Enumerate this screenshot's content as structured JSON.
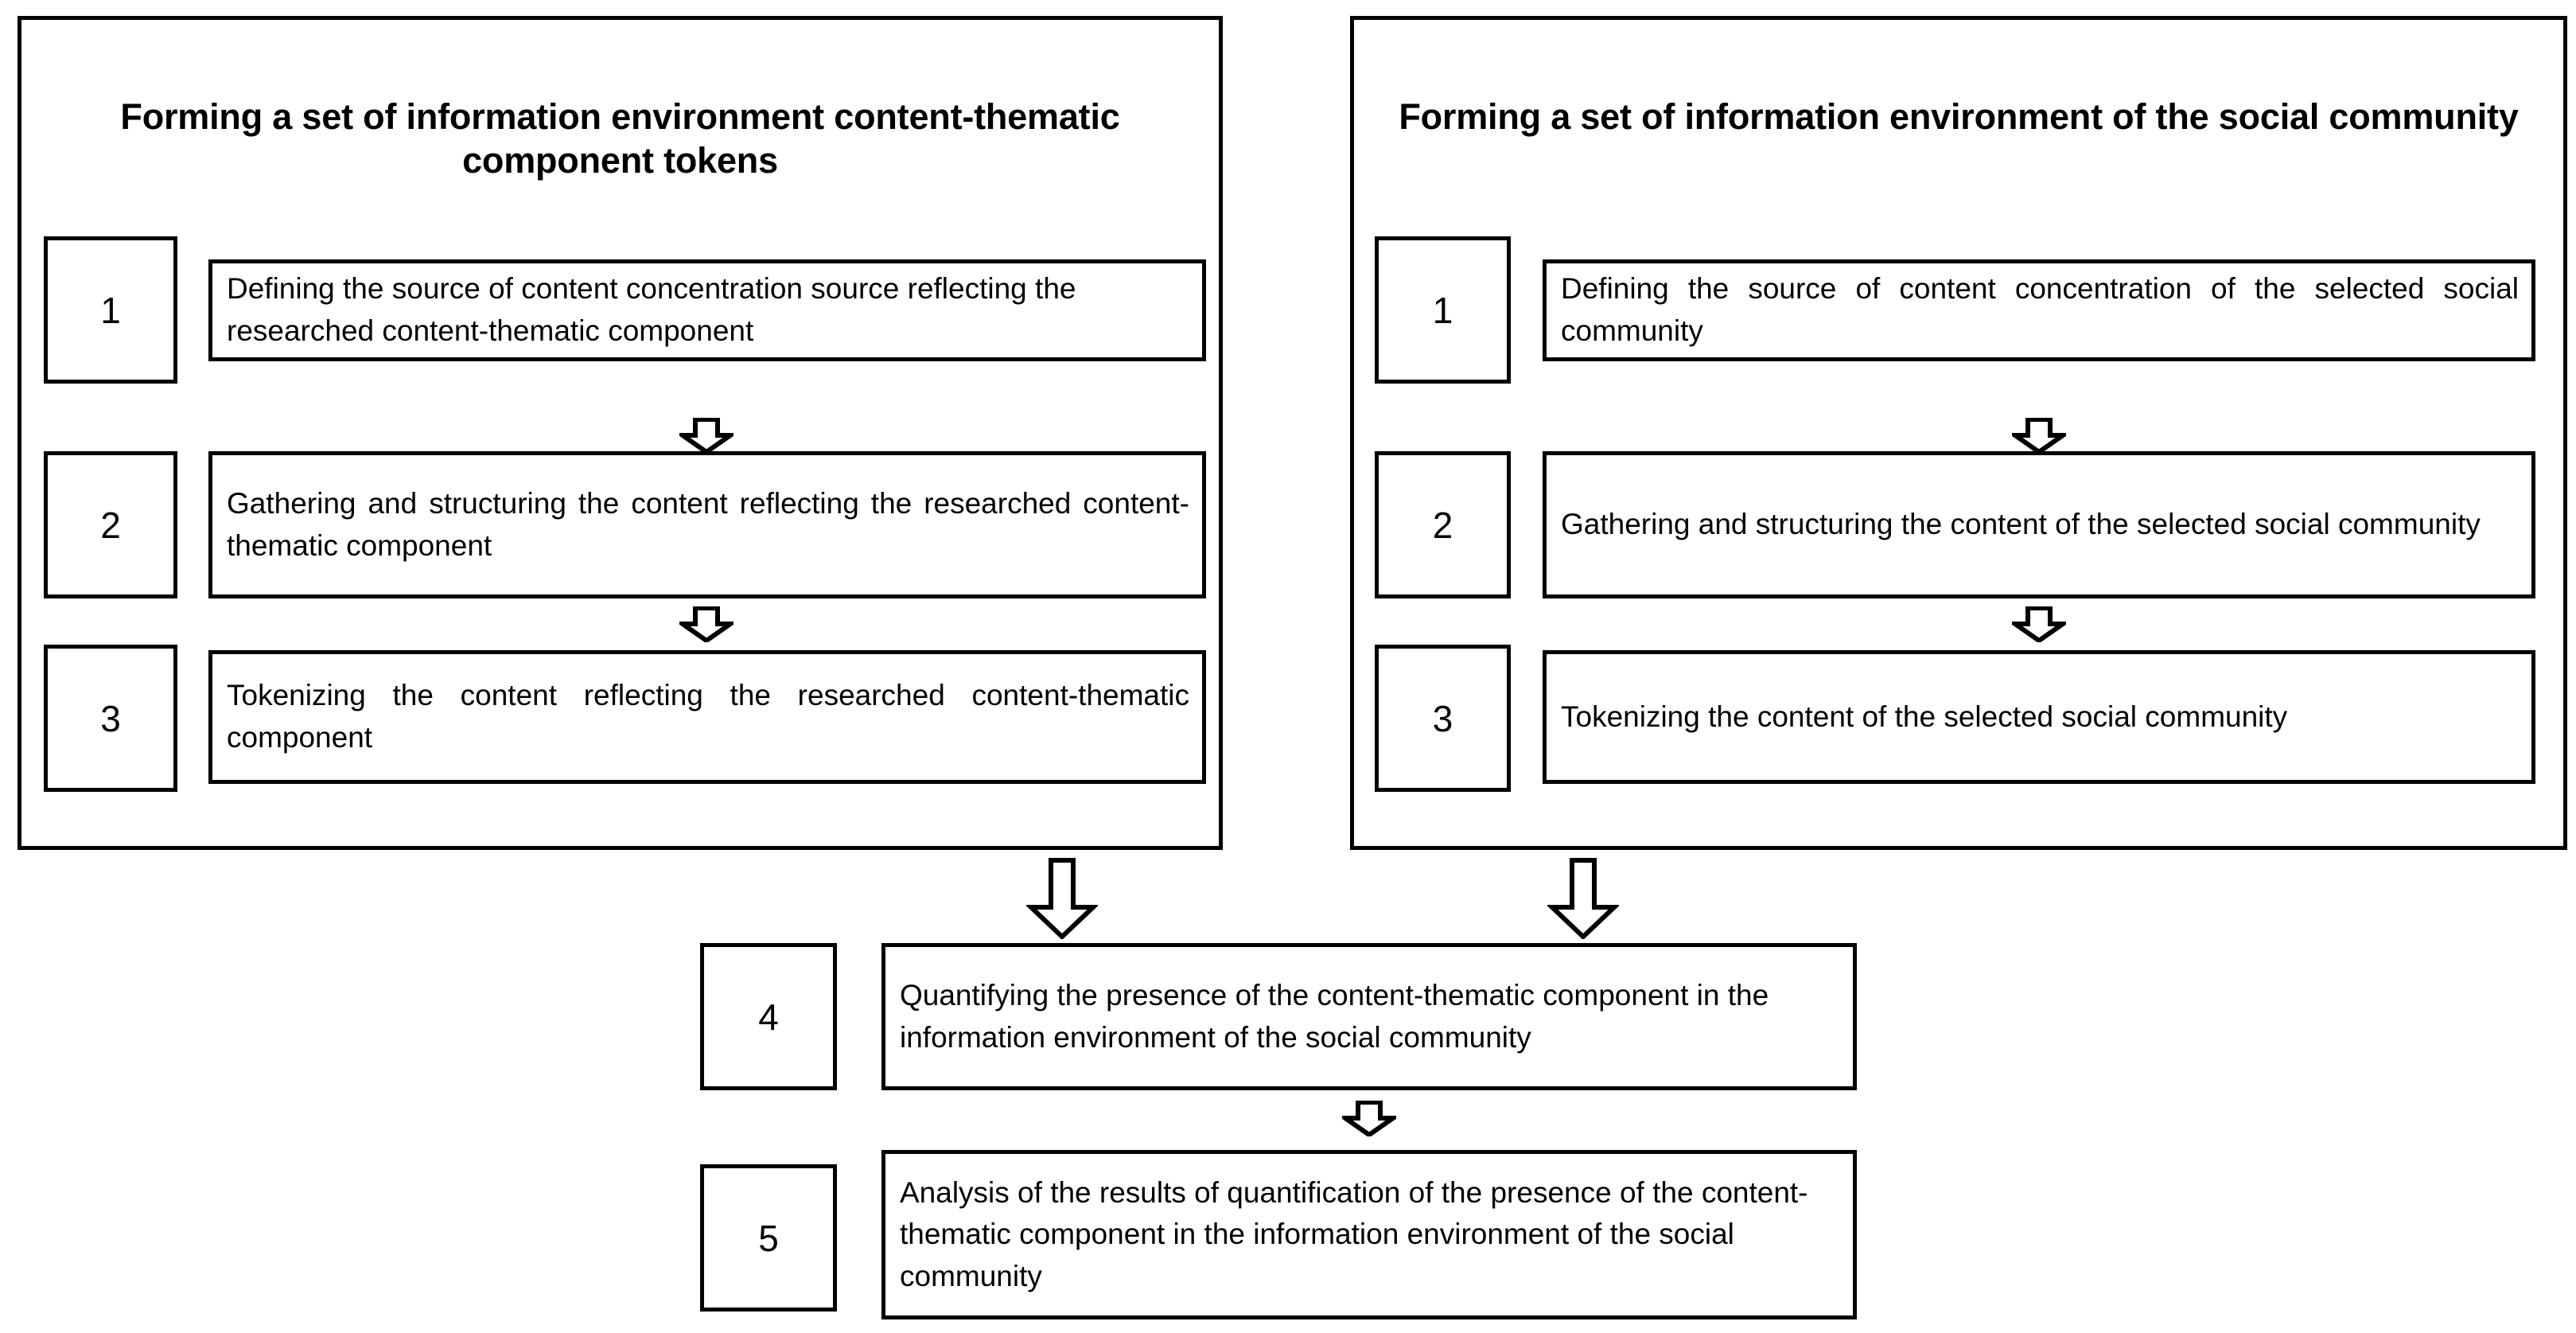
{
  "diagram": {
    "title_left": "Forming a set of information environment content-thematic component tokens",
    "title_right": "Forming a set of information environment of the social community",
    "panels": [
      {
        "id": "left",
        "title": "Forming a set of information environment content-thematic component tokens",
        "steps": [
          {
            "number": "1",
            "text": "Defining the source of content concentration source reflecting the researched content-thematic component"
          },
          {
            "number": "2",
            "text": "Gathering and structuring the content reflecting the researched content-thematic component"
          },
          {
            "number": "3",
            "text": "Tokenizing the content reflecting the researched content-thematic component"
          }
        ]
      },
      {
        "id": "right",
        "title": "Forming a set of information environment of the social community",
        "steps": [
          {
            "number": "1",
            "text": "Defining the source of content concentration of the selected social community"
          },
          {
            "number": "2",
            "text": "Gathering and structuring the content of the selected social community"
          },
          {
            "number": "3",
            "text": "Tokenizing the content of the selected social community"
          }
        ]
      }
    ],
    "bottom_steps": [
      {
        "number": "4",
        "text": "Quantifying the presence of the content-thematic component in the information environment of the social community"
      },
      {
        "number": "5",
        "text": "Analysis of the results of quantification of the presence of the content-thematic component in the information environment of the social community"
      }
    ],
    "colors": {
      "stroke": "#000000",
      "background": "#ffffff",
      "text": "#000000"
    },
    "arrows": {
      "kind": "block-arrow-down-outline",
      "count_small": 5,
      "count_large": 2
    }
  }
}
